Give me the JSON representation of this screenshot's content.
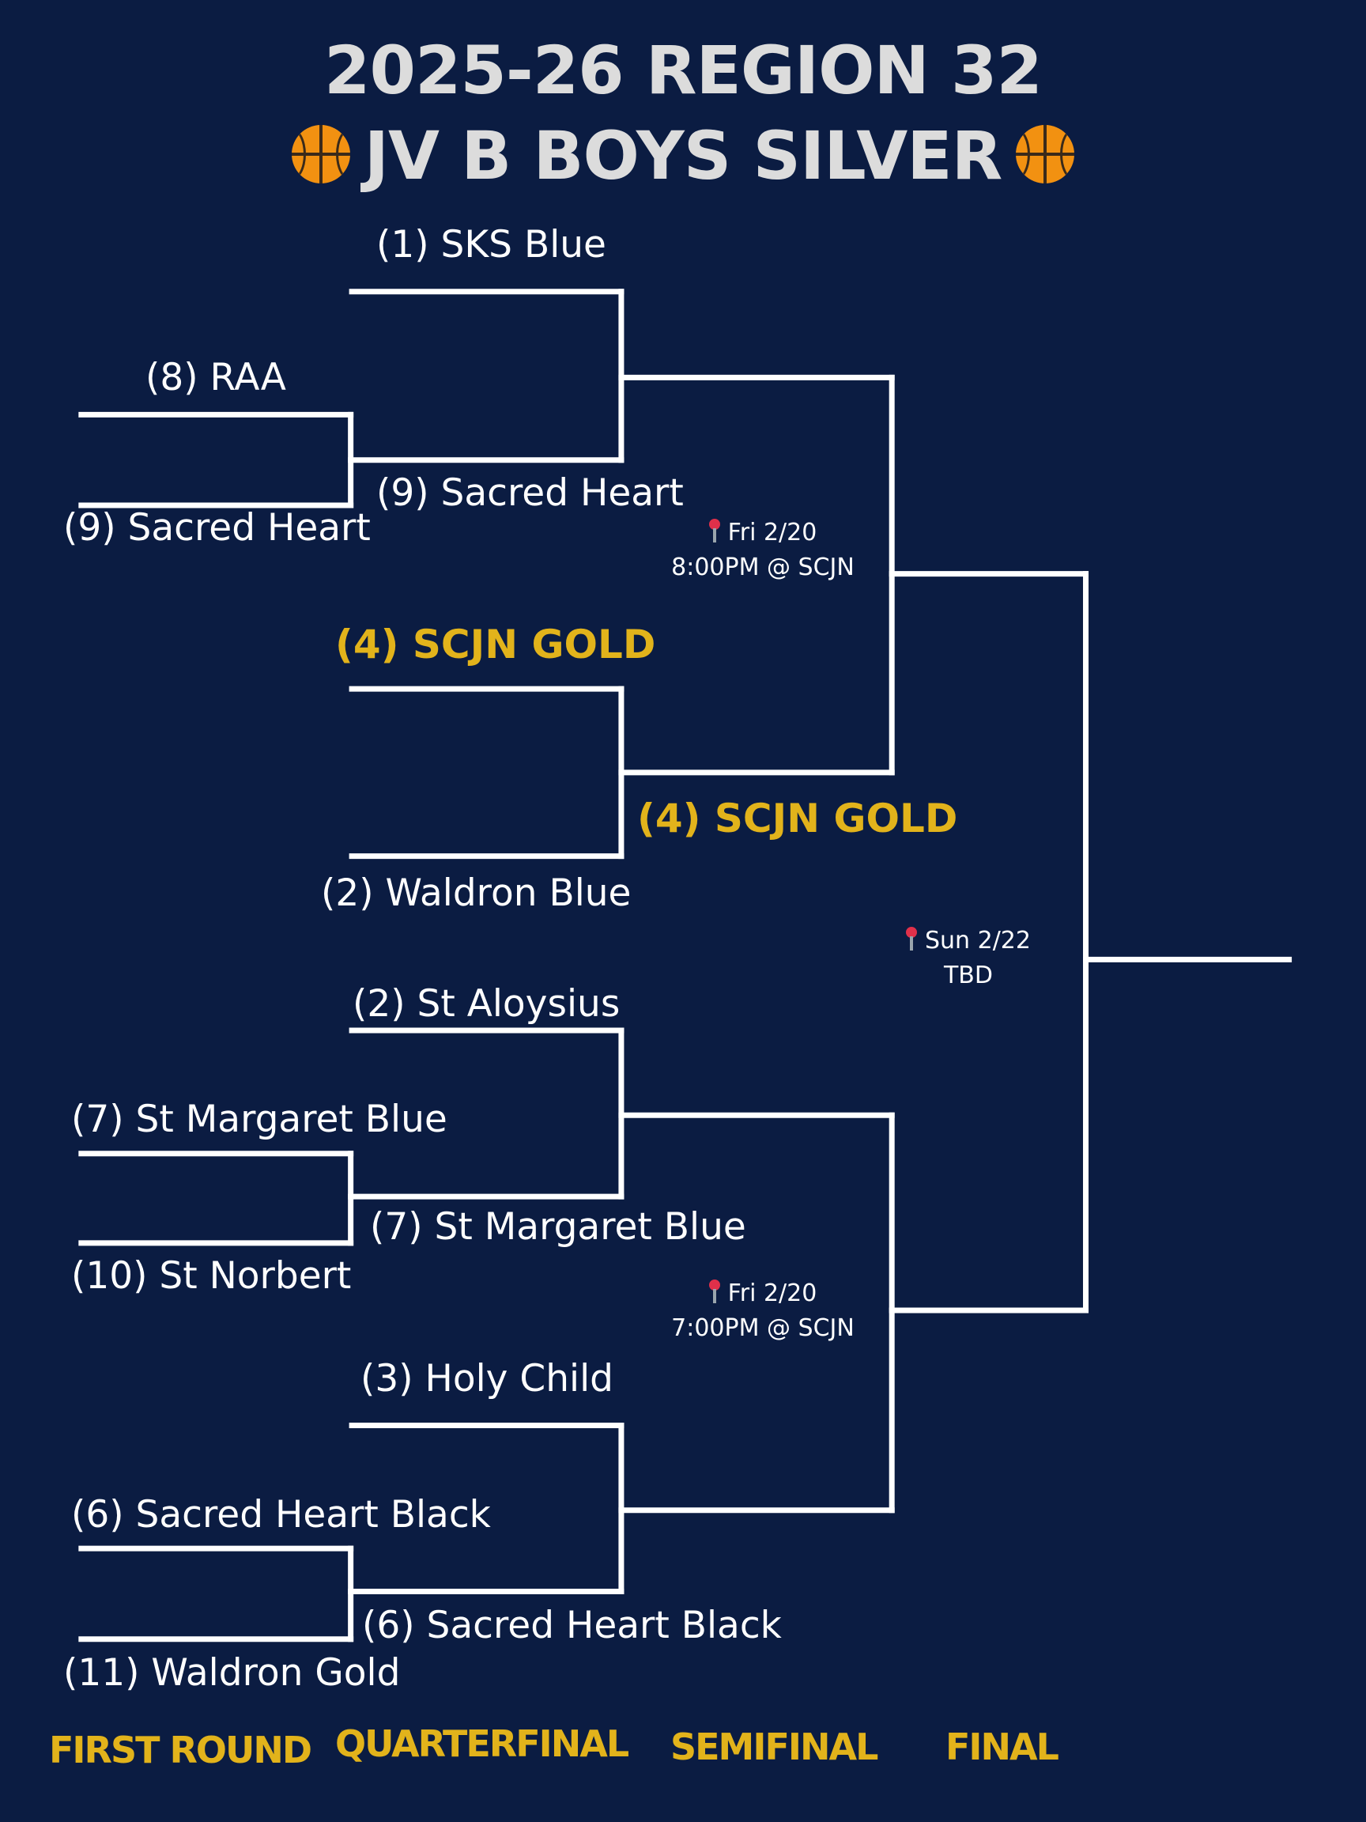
{
  "title": {
    "line1": "2025-26 REGION 32",
    "line2": "JV B BOYS SILVER",
    "icon": "basketball-icon"
  },
  "colors": {
    "background": "#0b1c42",
    "highlight": "#e2b31b",
    "lines": "#ffffff",
    "title": "#dcdcdc"
  },
  "first_round": [
    {
      "top": "(8) RAA",
      "bottom": "(9) Sacred Heart"
    },
    {
      "top": "(7) St Margaret Blue",
      "bottom": "(10) St Norbert"
    },
    {
      "top": "(6) Sacred Heart Black",
      "bottom": "(11) Waldron Gold"
    }
  ],
  "quarterfinal": [
    {
      "top": "(1) SKS Blue",
      "bottom": "(9) Sacred Heart"
    },
    {
      "top": "(4) SCJN GOLD",
      "bottom": "(2) Waldron Blue"
    },
    {
      "top": "(2) St Aloysius",
      "bottom": "(7) St Margaret Blue"
    },
    {
      "top": "(3) Holy Child",
      "bottom": "(6) Sacred Heart Black"
    }
  ],
  "semifinal": [
    {
      "top": "",
      "bottom": "(4) SCJN GOLD",
      "date": "Fri 2/20",
      "time": "8:00PM @ SCJN"
    },
    {
      "top": "",
      "bottom": "",
      "date": "Fri 2/20",
      "time": "7:00PM @ SCJN"
    }
  ],
  "final": {
    "date": "Sun 2/22",
    "time": "TBD"
  },
  "rounds": [
    "FIRST ROUND",
    "QUARTERFINAL",
    "SEMIFINAL",
    "FINAL"
  ]
}
